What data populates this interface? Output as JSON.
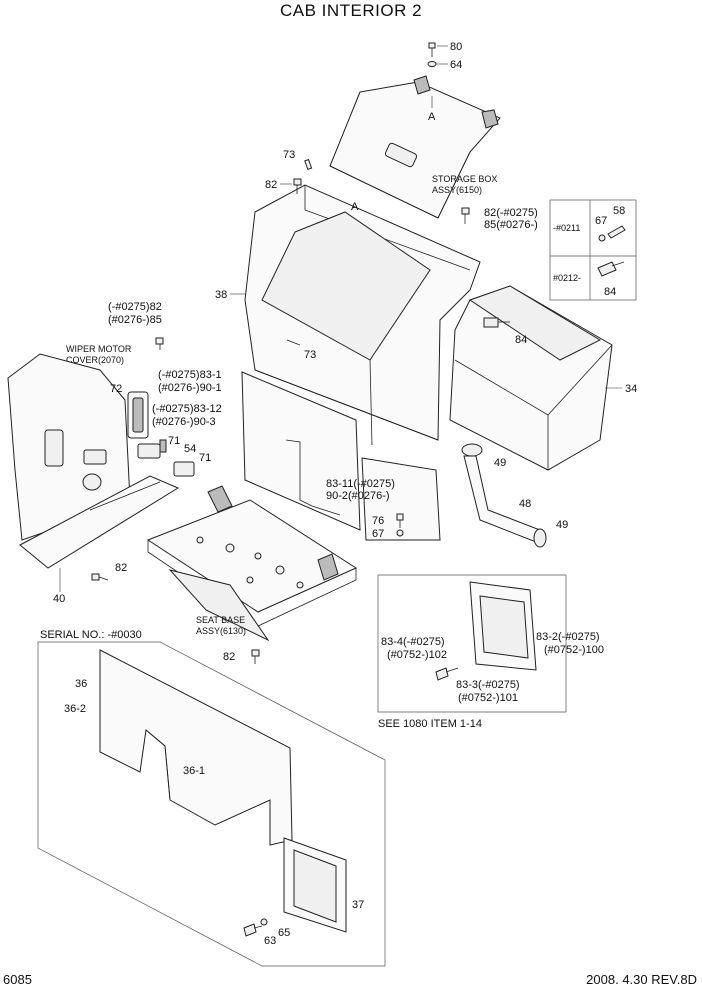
{
  "title": "CAB INTERIOR 2",
  "footer": {
    "page_no": "6085",
    "revision": "2008. 4.30 REV.8D"
  },
  "callouts": {
    "c80": "80",
    "c64": "64",
    "cA1": "A",
    "cA2": "A",
    "c73a": "73",
    "c82a": "82",
    "storage_box_1": "STORAGE BOX",
    "storage_box_2": "ASSY(6150)",
    "c82_85_a": "82(-#0275)",
    "c82_85_b": "85(#0276-)",
    "inset_top_range": "-#0211",
    "inset_bottom_range": "#0212-",
    "c67a": "67",
    "c58": "58",
    "c84a": "84",
    "c84b": "84",
    "c38": "38",
    "c82_85_left_a": "(-#0275)82",
    "c82_85_left_b": "(#0276-)85",
    "c73b": "73",
    "c34": "34",
    "wiper_1": "WIPER MOTOR",
    "wiper_2": "COVER(2070)",
    "c72": "72",
    "c83_1": "(-#0275)83-1",
    "c90_1": "(#0276-)90-1",
    "c83_12": "(-#0275)83-12",
    "c90_3": "(#0276-)90-3",
    "c71a": "71",
    "c54": "54",
    "c71b": "71",
    "c49a": "49",
    "c48": "48",
    "c49b": "49",
    "c83_11": "83-11(-#0275)",
    "c90_2": "90-2(#0276-)",
    "c76": "76",
    "c67b": "67",
    "c82b": "82",
    "c40": "40",
    "seat_base_1": "SEAT BASE",
    "seat_base_2": "ASSY(6130)",
    "c82c": "82",
    "c83_4": "83-4(-#0275)",
    "c102": "(#0752-)102",
    "c83_2": "83-2(-#0275)",
    "c100": "(#0752-)100",
    "c83_3": "83-3(-#0275)",
    "c101": "(#0752-)101",
    "see_ref": "SEE 1080 ITEM 1-14",
    "serial": "SERIAL NO.: -#0030",
    "c36": "36",
    "c36_2": "36-2",
    "c36_1": "36-1",
    "c37": "37",
    "c65": "65",
    "c63": "63"
  }
}
